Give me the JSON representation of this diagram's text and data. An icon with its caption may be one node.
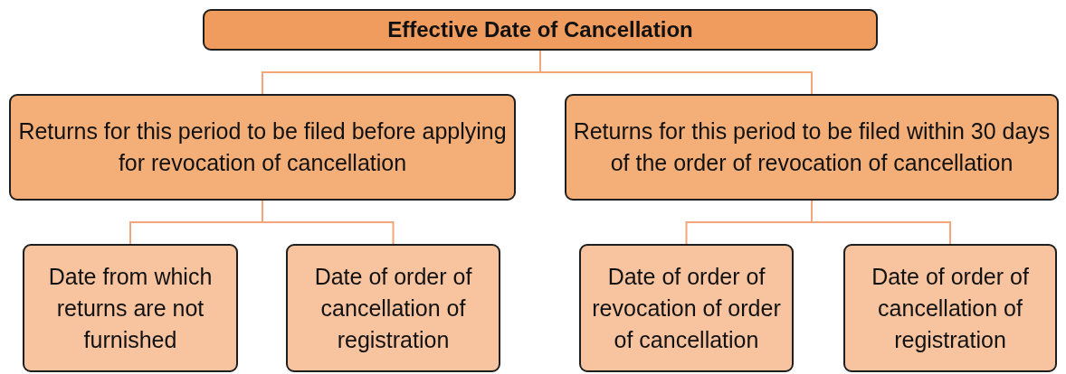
{
  "diagram": {
    "nodes": [
      {
        "text": [
          "Effective Date of Cancellation"
        ]
      },
      {
        "text": [
          "Returns for this period to be filed before applying for revocation of cancellation"
        ]
      },
      {
        "text": [
          "Returns for this period to be filed within 30 days of the order of revocation of cancellation"
        ]
      },
      {
        "text": [
          "Date from which returns are not furnished"
        ]
      },
      {
        "text": [
          "Date of order of cancellation of registration"
        ]
      },
      {
        "text": [
          "Date of order of revocation of order of cancellation"
        ]
      },
      {
        "text": [
          "Date of order of cancellation of registration"
        ]
      }
    ],
    "edges": [
      {
        "from": 0,
        "to": 1,
        "arrow": "none"
      },
      {
        "from": 0,
        "to": 2,
        "arrow": "none"
      },
      {
        "from": 1,
        "to": 3,
        "arrow": "none"
      },
      {
        "from": 1,
        "to": 4,
        "arrow": "none"
      },
      {
        "from": 2,
        "to": 5,
        "arrow": "none"
      },
      {
        "from": 2,
        "to": 6,
        "arrow": "none"
      }
    ]
  }
}
